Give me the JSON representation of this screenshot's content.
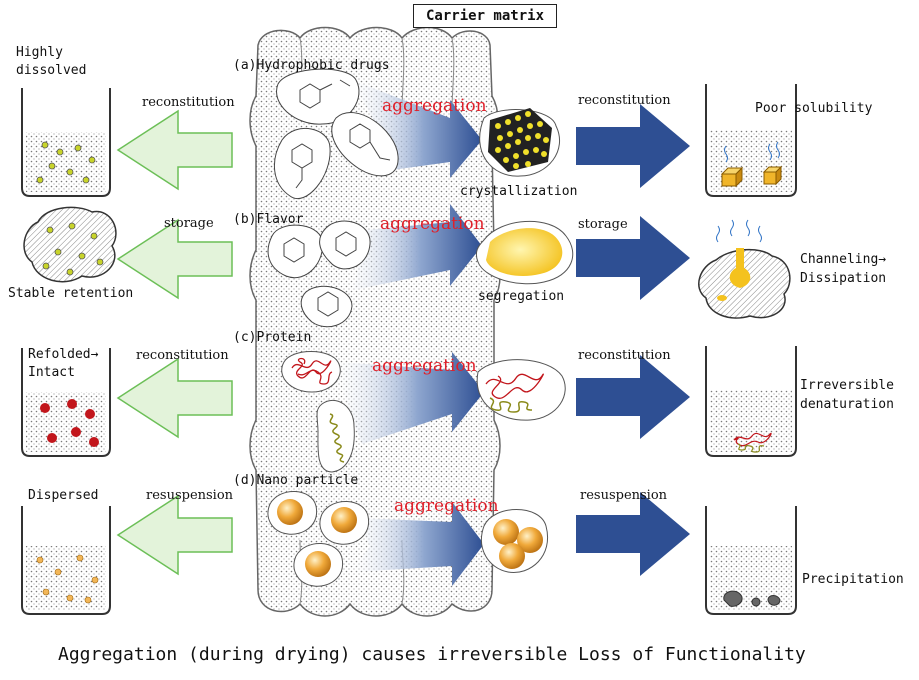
{
  "title": "Carrier matrix",
  "caption": "Aggregation (during drying) causes irreversible Loss of Functionality",
  "colors": {
    "aggregation_text": "#e0202a",
    "left_arrow_fill": "#e3f3da",
    "left_arrow_stroke": "#6cbf57",
    "right_arrow_fill": "#2e4f93",
    "crystal": "#e8d21c",
    "nanoparticle": "#f0a93a"
  },
  "rows": [
    {
      "label": "(a)Hydrophobic drugs",
      "left_action": "reconstitution",
      "left_state": "Highly dissolved",
      "middle_event": "aggregation",
      "result": "crystallization",
      "right_action": "reconstitution",
      "right_state": "Poor solubility"
    },
    {
      "label": "(b)Flavor",
      "left_action": "storage",
      "left_state": "Stable retention",
      "middle_event": "aggregation",
      "result": "segregation",
      "right_action": "storage",
      "right_state": "Channeling→ Dissipation"
    },
    {
      "label": "(c)Protein",
      "left_action": "reconstitution",
      "left_state": "Refolded→ Intact",
      "middle_event": "aggregation",
      "result": "",
      "right_action": "reconstitution",
      "right_state": "Irreversible denaturation"
    },
    {
      "label": "(d)Nano particle",
      "left_action": "resuspension",
      "left_state": "Dispersed",
      "middle_event": "aggregation",
      "result": "",
      "right_action": "resuspension",
      "right_state": "Precipitation"
    }
  ]
}
